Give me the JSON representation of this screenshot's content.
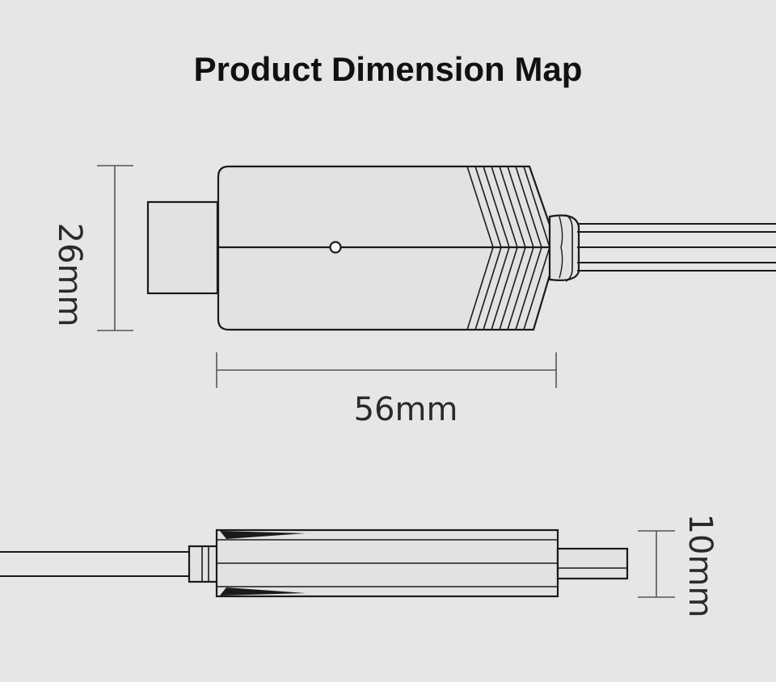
{
  "title": "Product Dimension Map",
  "dimensions": {
    "height_label": "26mm",
    "length_label": "56mm",
    "thickness_label": "10mm"
  },
  "colors": {
    "background": "#e6e6e6",
    "line": "#1a1a1a",
    "body_fill": "#e2e2e2",
    "dimension_line": "#555555"
  }
}
